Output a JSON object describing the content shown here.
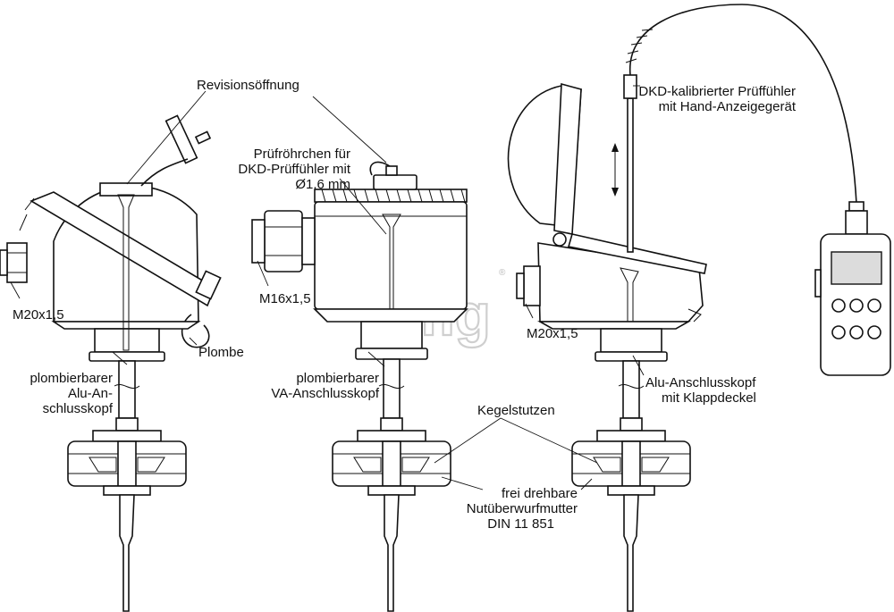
{
  "labels": {
    "revisionsoeffnung": "Revisionsöffnung",
    "pruefroehrchen_1": "Prüfröhrchen für",
    "pruefroehrchen_2": "DKD-Prüffühler mit",
    "pruefroehrchen_3": "Ø1,6 mm",
    "dkd_1": "DKD-kalibrierter Prüffühler",
    "dkd_2": "mit Hand-Anzeigegerät",
    "m20_left": "M20x1,5",
    "m16": "M16x1,5",
    "m20_right": "M20x1,5",
    "plombe": "Plombe",
    "alu_left_1": "plombierbarer",
    "alu_left_2": "Alu-An-",
    "alu_left_3": "schlusskopf",
    "va_1": "plombierbarer",
    "va_2": "VA-Anschlusskopf",
    "alu_right_1": "Alu-Anschlusskopf",
    "alu_right_2": "mit Klappdeckel",
    "kegelstutzen": "Kegelstutzen",
    "nut_1": "frei drehbare",
    "nut_2": "Nutüberwurfmutter",
    "nut_3": "DIN 11 851"
  },
  "watermark": {
    "text": "tmg",
    "registered": "®"
  },
  "colors": {
    "line": "#111111",
    "fill": "#ffffff",
    "watermark": "#cfcfcf"
  }
}
